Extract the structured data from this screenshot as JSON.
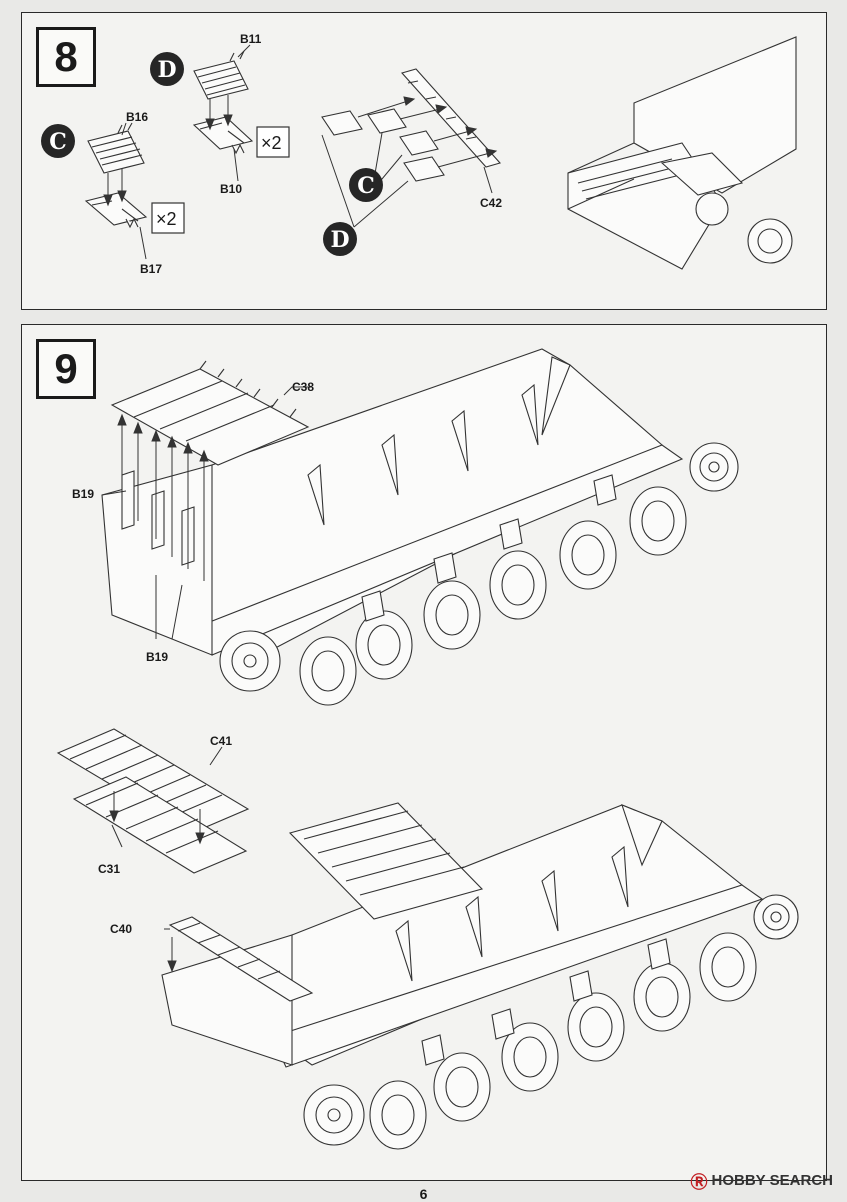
{
  "page_number": "6",
  "watermark": {
    "brand": "HOBBY",
    "suffix": "SEARCH",
    "mark": "Ⓡ"
  },
  "step8": {
    "number": "8",
    "labels": {
      "b11": "B11",
      "b16": "B16",
      "b10": "B10",
      "b17": "B17",
      "c42": "C42"
    },
    "sprue_c": "C",
    "sprue_d": "D",
    "qty_b10": "×2",
    "qty_b17": "×2"
  },
  "step9": {
    "number": "9",
    "labels": {
      "c38": "C38",
      "b19_top": "B19",
      "b19_bottom": "B19",
      "c41": "C41",
      "c31": "C31",
      "c40": "C40"
    }
  }
}
